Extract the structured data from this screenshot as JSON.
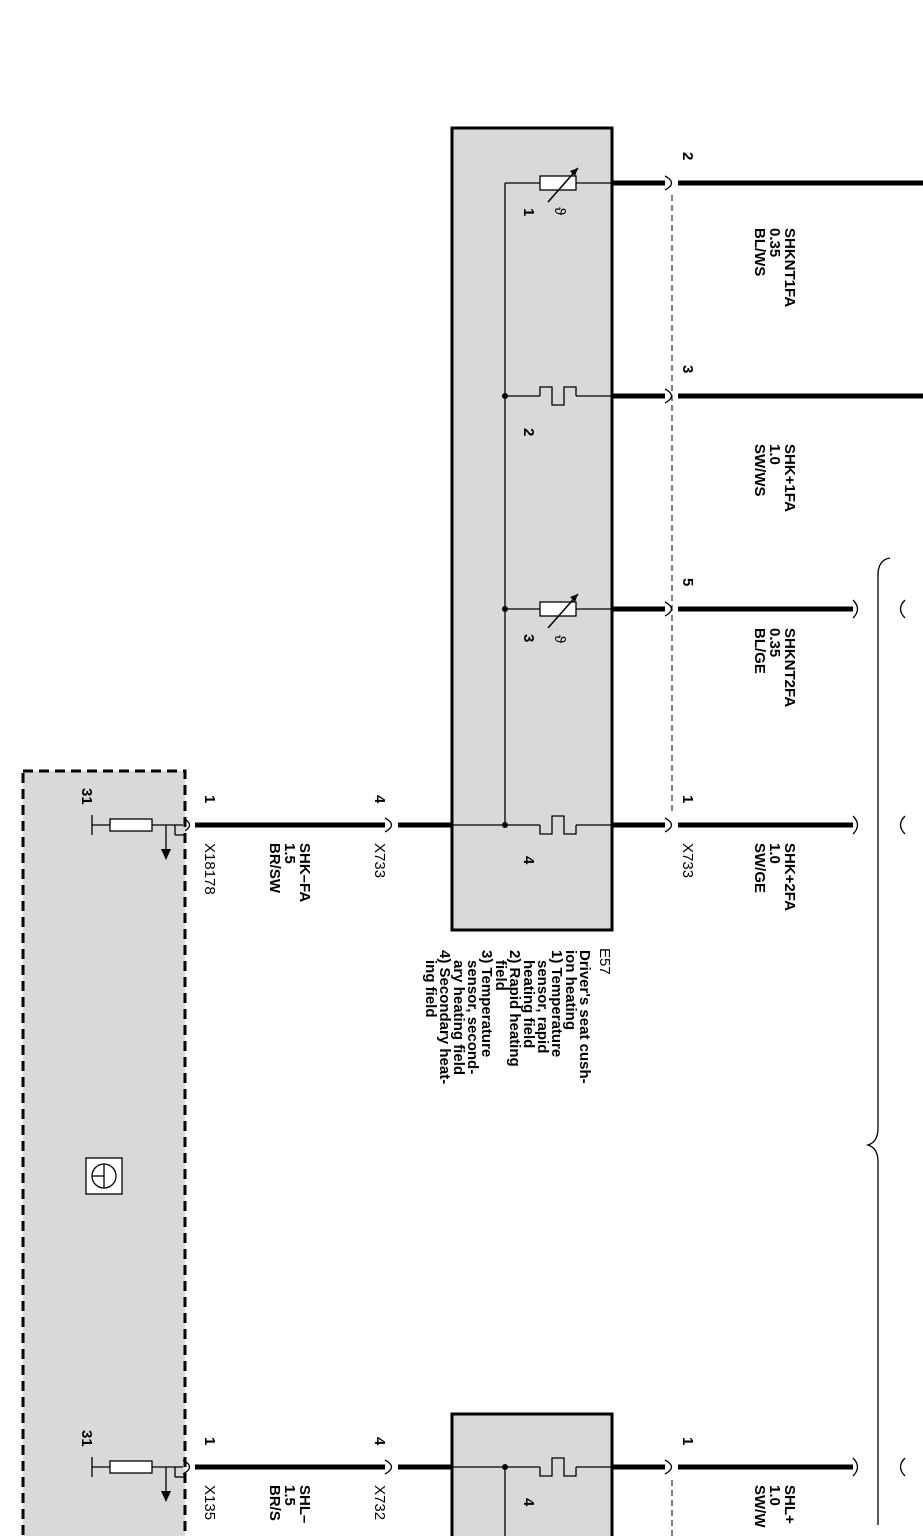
{
  "component": {
    "id": "E57",
    "lines": [
      "Driver's seat cush-",
      "ion heating",
      "1) Temperature",
      "   sensor, rapid",
      "   heating field",
      "2) Rapid heating",
      "   field",
      "3) Temperature",
      "   sensor, second-",
      "   ary heating field",
      "4) Secondary heat-",
      "   ing field"
    ],
    "element_numbers": [
      "1",
      "2",
      "3",
      "4",
      "4"
    ]
  },
  "wires": [
    {
      "signal": "SHKNT1FA",
      "gauge": "0.35",
      "color": "BL/WS",
      "pin": "2"
    },
    {
      "signal": "SHK+1FA",
      "gauge": "1.0",
      "color": "SW/WS",
      "pin": "3"
    },
    {
      "signal": "SHKNT2FA",
      "gauge": "0.35",
      "color": "BL/GE",
      "pin": "5"
    },
    {
      "signal": "SHK+2FA",
      "gauge": "1.0",
      "color": "SW/GE",
      "pin": "1",
      "connector": "X733"
    },
    {
      "signal": "SHK–FA",
      "gauge": "1.5",
      "color": "BR/SW",
      "pin_top": "4",
      "connector_top": "X733",
      "pin_bottom": "1",
      "connector_bottom": "X18178"
    },
    {
      "signal": "SHL+",
      "gauge": "1.0",
      "color": "SW/W",
      "pin": "1"
    },
    {
      "signal": "SHL–",
      "gauge": "1.5",
      "color": "BR/S",
      "pin_top": "4",
      "connector_top": "X732",
      "pin_bottom": "1",
      "connector_bottom": "X135"
    }
  ],
  "ground_labels": [
    "31",
    "31"
  ],
  "icons": [
    "thermistor-icon",
    "heating-element-icon",
    "ground-symbol-icon",
    "ground-point-icon"
  ]
}
